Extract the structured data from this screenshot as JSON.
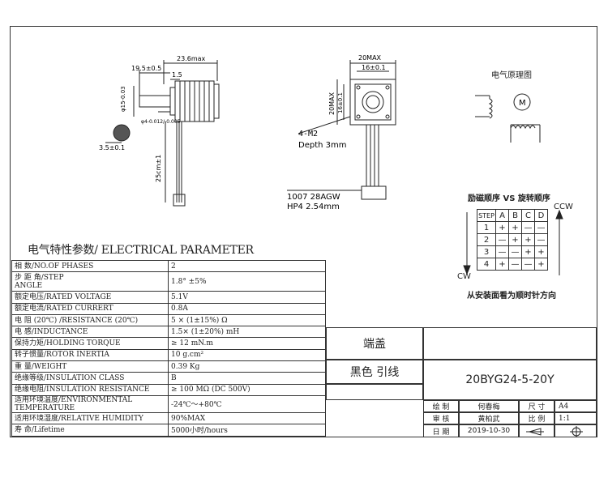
{
  "drawing": {
    "side_view": {
      "dim_total": "23.6max",
      "dim_shaft": "19.5±0.5",
      "dim_flange": "1.5",
      "dim_shaft_dia": "φ15-0.03",
      "dim_boss": "φ4-0.012/-0.005",
      "dim_flat": "3.5±0.1",
      "dim_lead": "25cm±1"
    },
    "front_view": {
      "dim_width": "20MAX",
      "dim_inner": "16±0.1",
      "dim_height": "20MAX",
      "dim_height_inner": "16±0.1",
      "hole_spec": "4-M2",
      "hole_depth": "Depth 3mm",
      "wire_spec": "1007 28AGW",
      "connector_spec": "HP4 2.54mm"
    },
    "schematic": {
      "title": "电气原理图",
      "motor_symbol": "M"
    },
    "sequence": {
      "title": "励磁顺序 VS 旋转顺序",
      "ccw_label": "CCW",
      "cw_label": "CW",
      "note": "从安装面看为顺时针方向",
      "header": [
        "STEP",
        "A",
        "B",
        "C",
        "D"
      ],
      "rows": [
        [
          "1",
          "+",
          "+",
          "—",
          "—"
        ],
        [
          "2",
          "—",
          "+",
          "+",
          "—"
        ],
        [
          "3",
          "—",
          "—",
          "+",
          "+"
        ],
        [
          "4",
          "+",
          "—",
          "—",
          "+"
        ]
      ]
    }
  },
  "electrical": {
    "title": "电气特性参数/ ELECTRICAL PARAMETER",
    "rows": [
      {
        "label": "相     数/NO.OF PHASES",
        "value": "2"
      },
      {
        "label": "步  距  角/STEP\nANGLE",
        "value": "1.8°  ±5%"
      },
      {
        "label": "额定电压/RATED VOLTAGE",
        "value": "5.1V"
      },
      {
        "label": "额定电流/RATED CURRERT",
        "value": "0.8A"
      },
      {
        "label": "电     阻 (20℃) /RESISTANCE (20℃)",
        "value": "5  × (1±15%) Ω"
      },
      {
        "label": "电      感/INDUCTANCE",
        "value": "1.5× (1±20%) mH"
      },
      {
        "label": "保持力矩/HOLDING TORQUE",
        "value": "≥  12 mN.m"
      },
      {
        "label": "转子惯量/ROTOR INERTIA",
        "value": "10 g.cm²"
      },
      {
        "label": "重      量/WEIGHT",
        "value": "0.39 Kg"
      },
      {
        "label": "绝缘等级/INSULATION  CLASS",
        "value": "B"
      },
      {
        "label": "绝缘电阻/INSULATION  RESISTANCE",
        "value": "≥  100 MΩ (DC 500V)"
      },
      {
        "label": "适用环境温度/ENVIRONMENTAL TEMPERATURE",
        "value": "-24℃～+80℃"
      },
      {
        "label": "适用环境湿度/RELATIVE HUMIDITY",
        "value": "90%MAX"
      },
      {
        "label": "寿      命/Lifetime",
        "value": "5000小时/hours"
      }
    ]
  },
  "title_block": {
    "part1": "端盖",
    "part2": "黑色 引线",
    "model": "20BYG24-5-20Y",
    "draw_label": "绘    制",
    "draw_name": "何春梅",
    "check_label": "审    核",
    "check_name": "黄柏武",
    "date_label": "日    期",
    "date_value": "2019-10-30",
    "size_label": "尺    寸",
    "size_value": "A4",
    "scale_label": "比    例",
    "scale_value": "1:1"
  }
}
